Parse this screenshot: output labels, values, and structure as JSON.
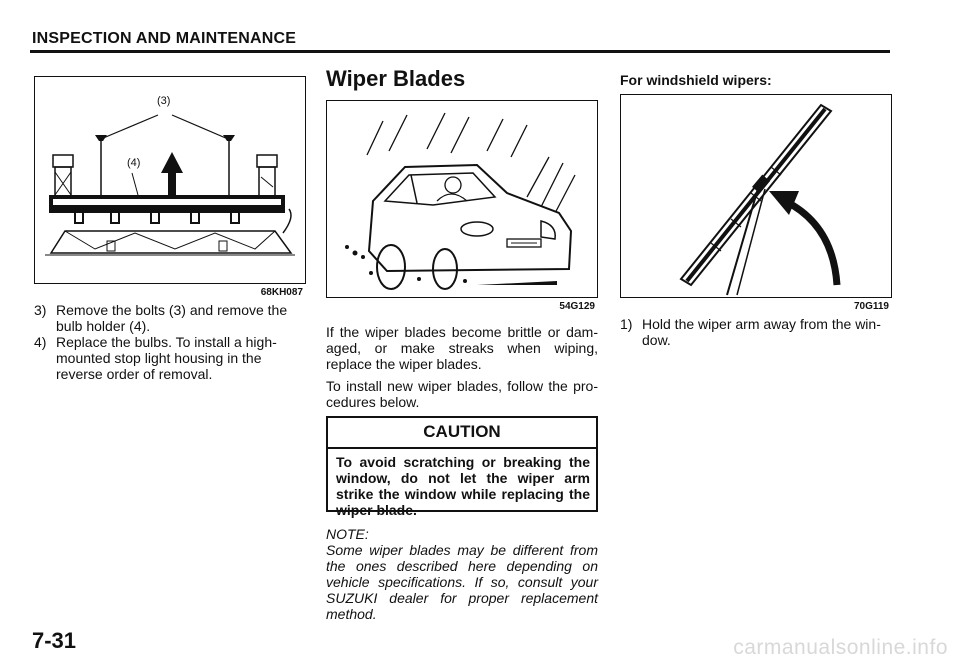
{
  "header": {
    "title": "INSPECTION AND MAINTENANCE"
  },
  "left": {
    "figure": {
      "code": "68KH087",
      "callouts": [
        "(3)",
        "(4)"
      ]
    },
    "steps": [
      {
        "num": "3)",
        "text": "Remove the bolts (3) and remove the bulb holder (4)."
      },
      {
        "num": "4)",
        "text": "Replace the bulbs. To install a high-mounted stop light housing in the reverse order of removal."
      }
    ]
  },
  "middle": {
    "title": "Wiper Blades",
    "figure": {
      "code": "54G129"
    },
    "para1": "If the wiper blades become brittle or dam-aged, or make streaks when wiping, replace the wiper blades.",
    "para2": "To install new wiper blades, follow the pro-cedures below.",
    "caution": {
      "title": "CAUTION",
      "body": "To avoid scratching or breaking the window, do not let the wiper arm strike the window while replacing the wiper blade."
    },
    "note": {
      "label": "NOTE:",
      "body": "Some wiper blades may be different from the ones described here depending on vehicle specifications. If so, consult your SUZUKI dealer for proper replacement method."
    }
  },
  "right": {
    "subhead": "For windshield wipers:",
    "figure": {
      "code": "70G119"
    },
    "steps": [
      {
        "num": "1)",
        "text": "Hold the wiper arm away from the win-dow."
      }
    ]
  },
  "footer": {
    "page": "7-31",
    "watermark": "carmanualsonline.info"
  }
}
